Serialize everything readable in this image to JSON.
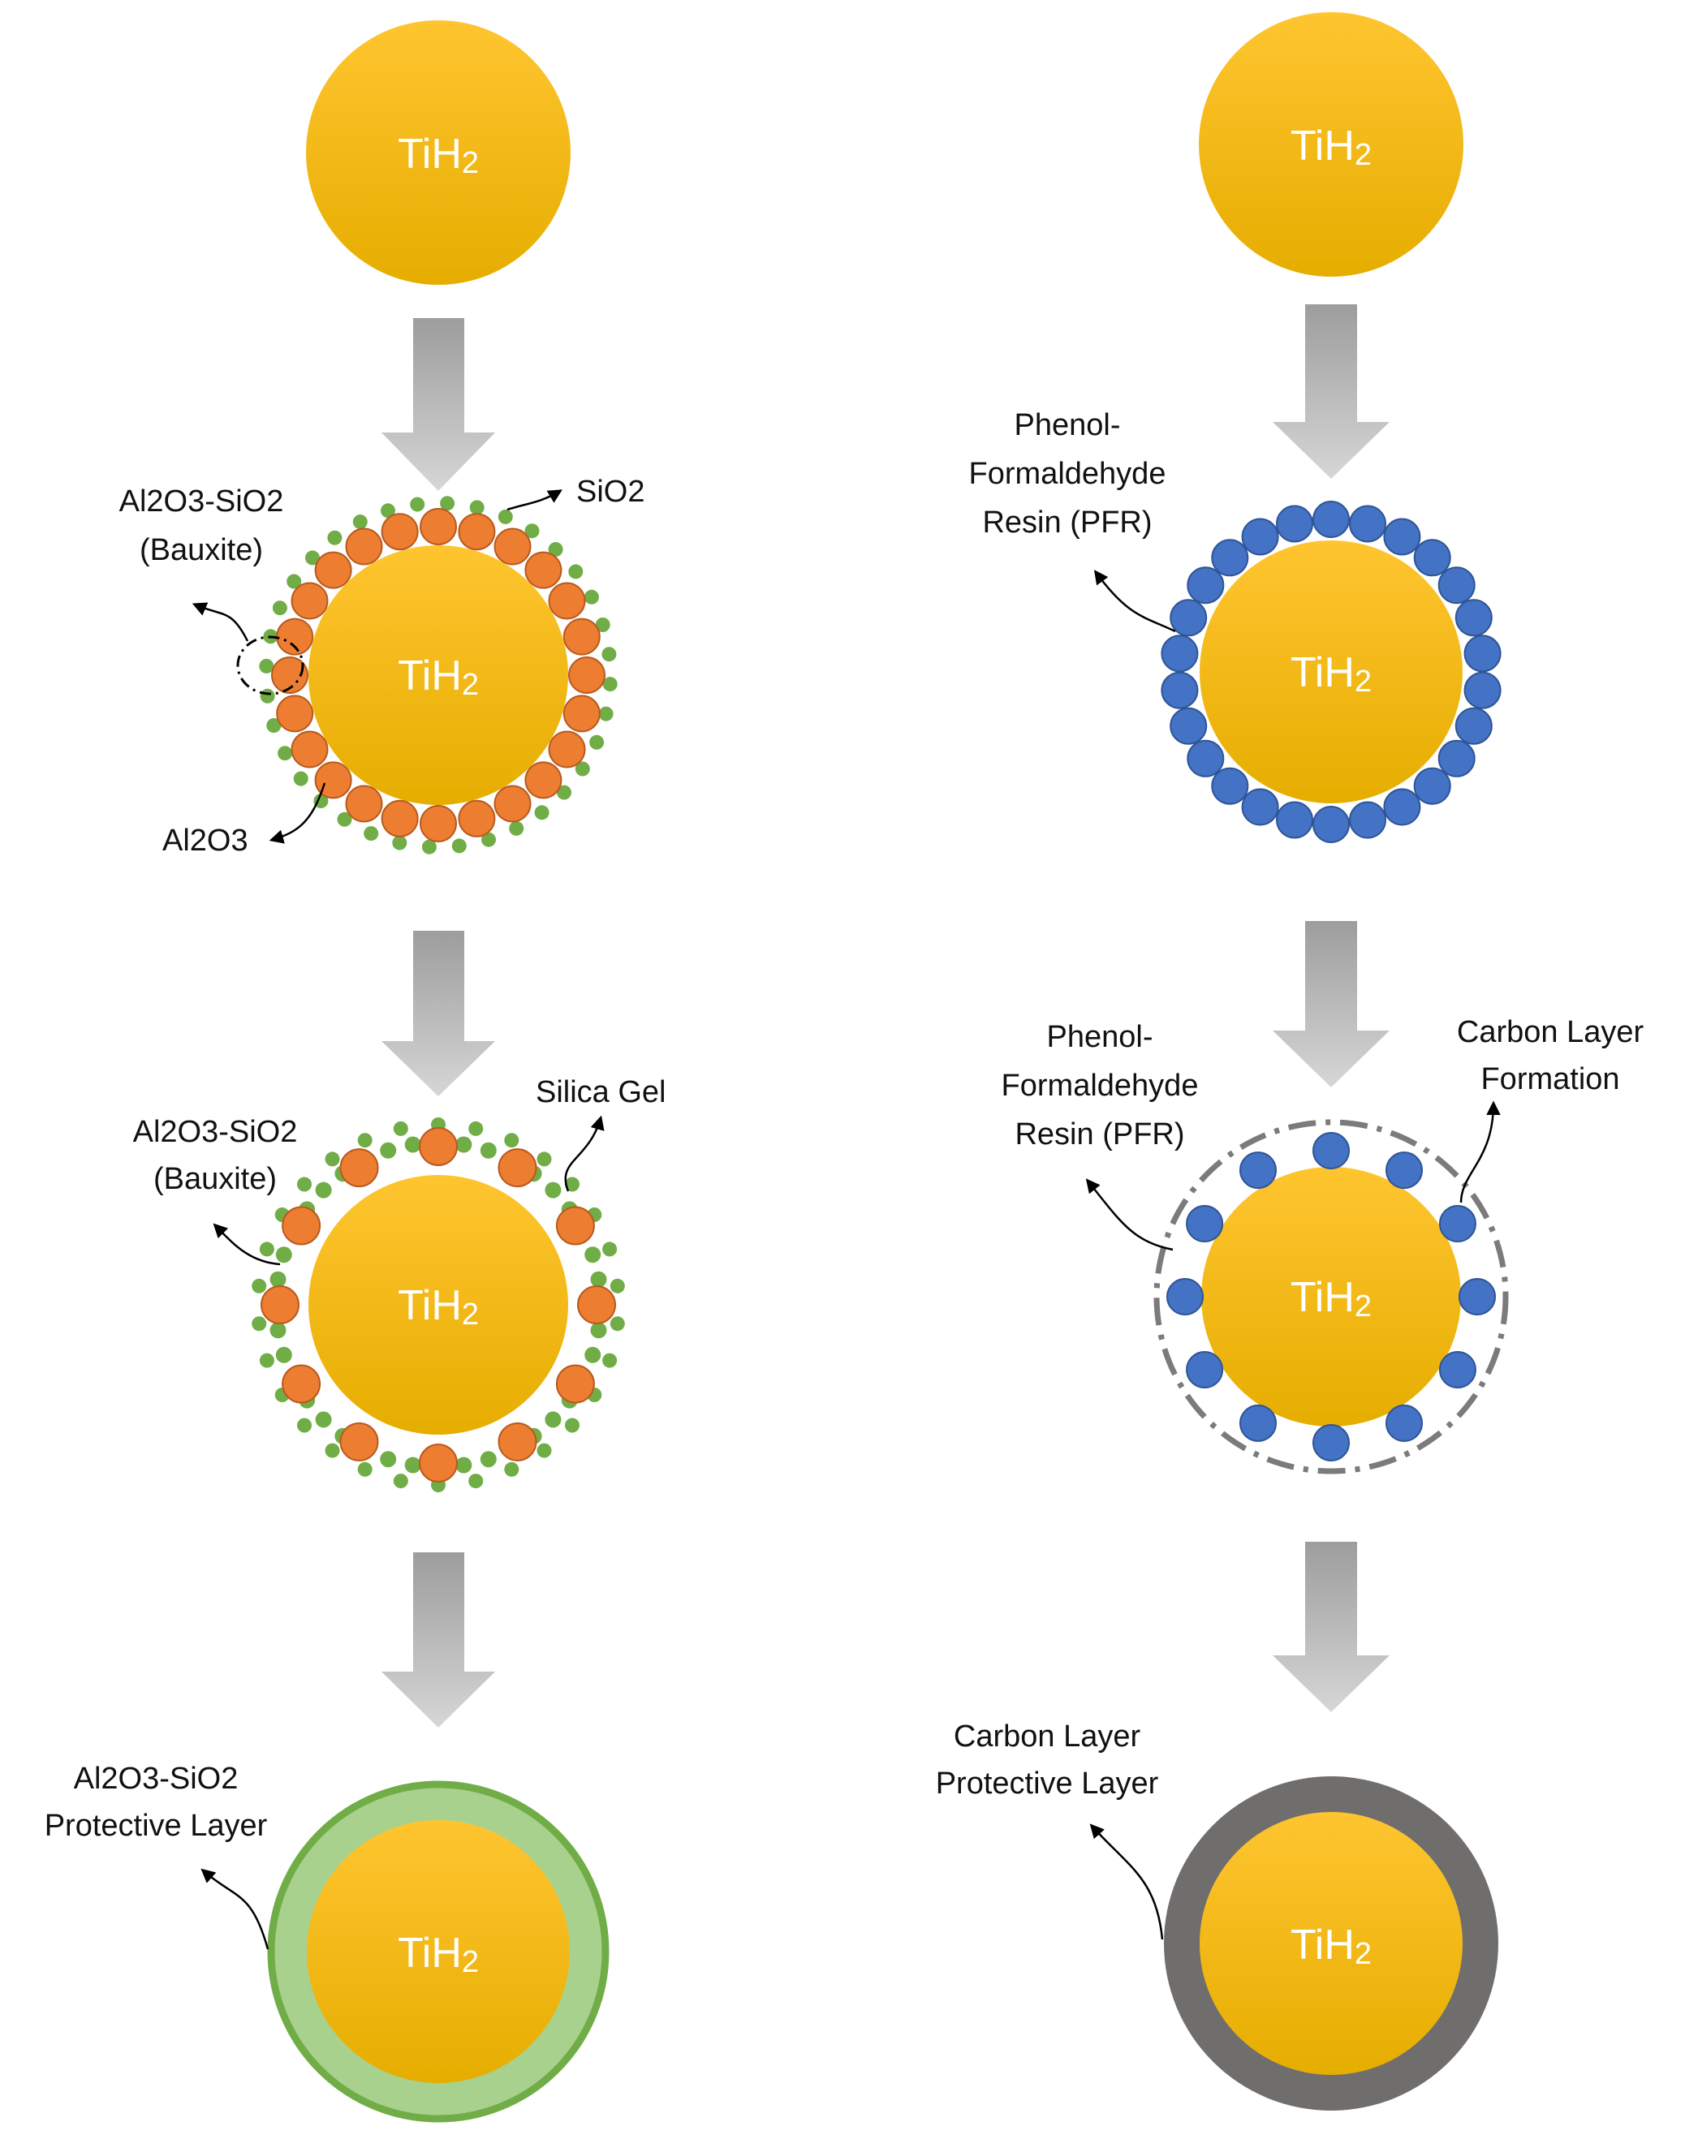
{
  "core": {
    "label": "Ti",
    "label_sub": "H2",
    "sub_digit": "2"
  },
  "left": {
    "step2": {
      "bauxite_l1": "Al2O3-SiO2",
      "bauxite_l2": "(Bauxite)",
      "sio2": "SiO2",
      "al2o3": "Al2O3"
    },
    "step3": {
      "bauxite_l1": "Al2O3-SiO2",
      "bauxite_l2": "(Bauxite)",
      "silica_gel": "Silica Gel"
    },
    "step4": {
      "layer_l1": "Al2O3-SiO2",
      "layer_l2": "Protective Layer"
    }
  },
  "right": {
    "step2": {
      "pfr_l1": "Phenol-",
      "pfr_l2": "Formaldehyde",
      "pfr_l3": "Resin (PFR)"
    },
    "step3": {
      "pfr_l1": "Phenol-",
      "pfr_l2": "Formaldehyde",
      "pfr_l3": "Resin (PFR)",
      "carbon_l1": "Carbon Layer",
      "carbon_l2": "Formation"
    },
    "step4": {
      "layer_l1": "Carbon Layer",
      "layer_l2": "Protective Layer"
    }
  },
  "colors": {
    "core_top": "#ffc530",
    "core_bottom": "#e6ad00",
    "alumina": "#ed7d31",
    "silica": "#70ad47",
    "resin": "#4472c4",
    "arrow_top": "#9d9d9d",
    "arrow_bottom": "#d4d4d4",
    "green_shell": "#a9d18e",
    "carbon_shell": "#706d6d"
  }
}
